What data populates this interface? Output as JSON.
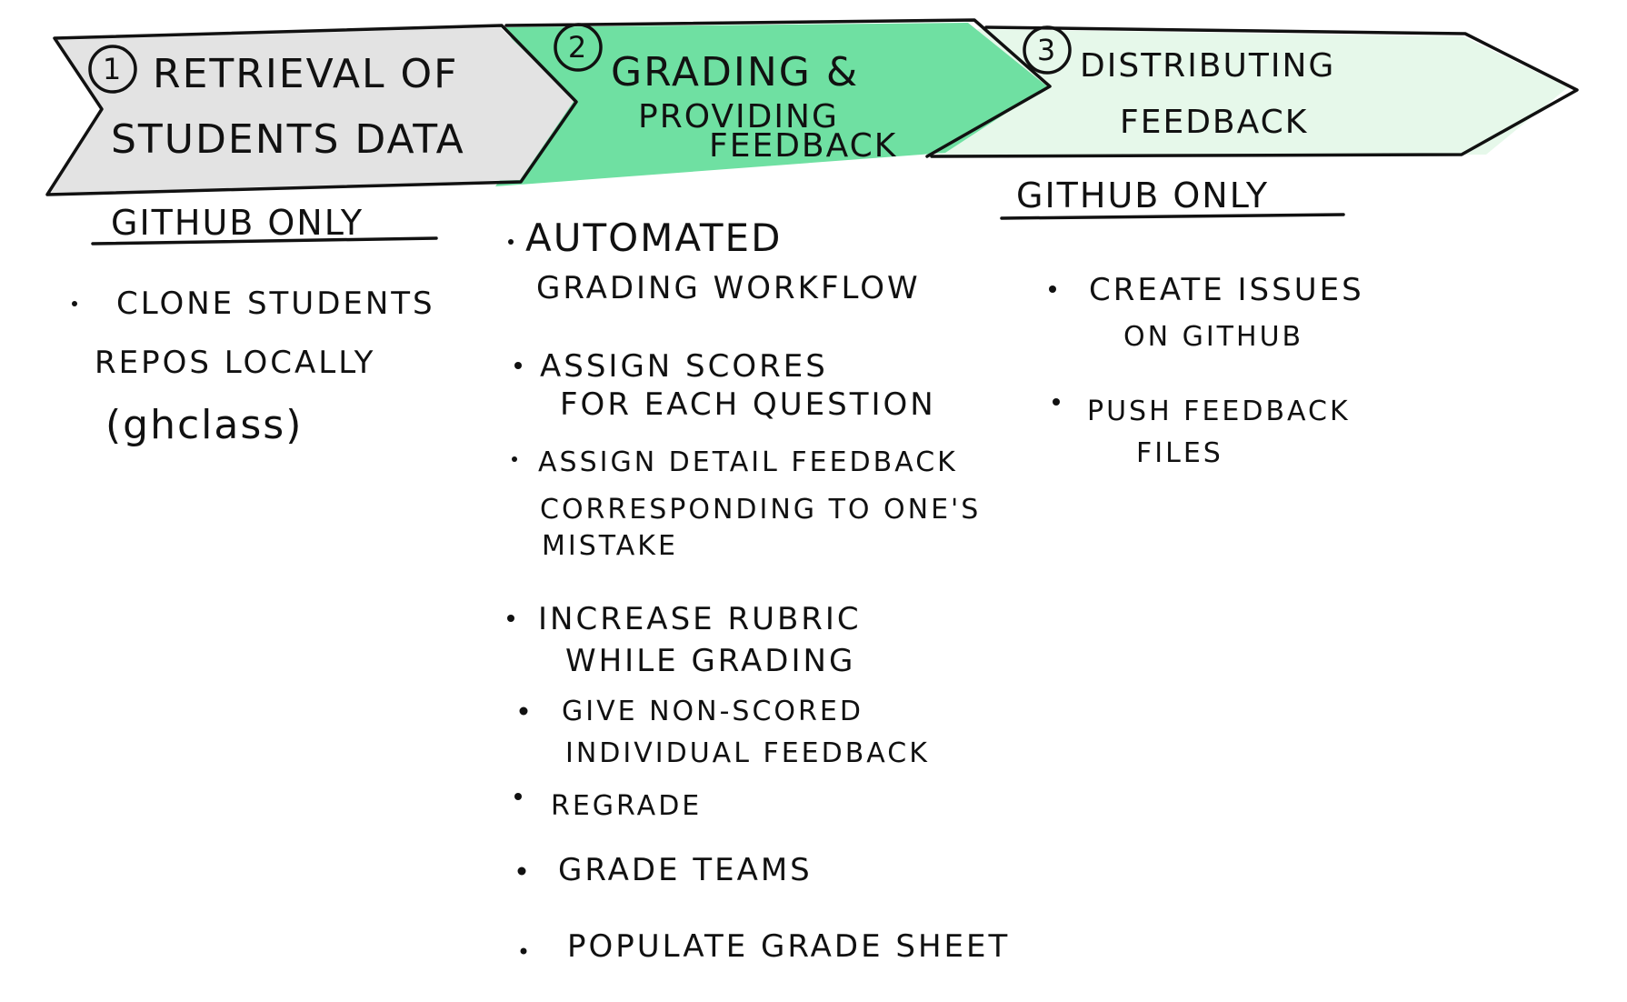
{
  "stages": [
    {
      "number": "1",
      "title_lines": [
        "Retrieval of",
        "students data"
      ],
      "fill": "#e3e3e3",
      "platform_note": "Github only",
      "items": [
        {
          "lines": [
            "Clone students",
            "repos locally",
            "(ghclass)"
          ]
        }
      ]
    },
    {
      "number": "2",
      "title_lines": [
        "Grading &",
        "providing",
        "feedback"
      ],
      "fill": "#6fe0a2",
      "platform_note": "",
      "items": [
        {
          "lines": [
            "Automated",
            "grading workflow"
          ]
        },
        {
          "lines": [
            "Assign scores",
            "for each question"
          ]
        },
        {
          "lines": [
            "Assign detail feedback",
            "corresponding to one's",
            "mistake"
          ]
        },
        {
          "lines": [
            "Increase rubric",
            "while grading"
          ]
        },
        {
          "lines": [
            "Give non-scored",
            "individual feedback"
          ]
        },
        {
          "lines": [
            "Regrade"
          ]
        },
        {
          "lines": [
            "Grade teams"
          ]
        },
        {
          "lines": [
            "Populate grade sheet"
          ]
        }
      ]
    },
    {
      "number": "3",
      "title_lines": [
        "Distributing",
        "feedback"
      ],
      "fill": "#e6f8ea",
      "platform_note": "Github only",
      "items": [
        {
          "lines": [
            "Create issues",
            "on Github"
          ]
        },
        {
          "lines": [
            "Push feedback",
            "files"
          ]
        }
      ]
    }
  ],
  "colors": {
    "ink": "#111111",
    "stage1": "#e3e3e3",
    "stage2": "#6fe0a2",
    "stage3": "#e6f8ea"
  }
}
